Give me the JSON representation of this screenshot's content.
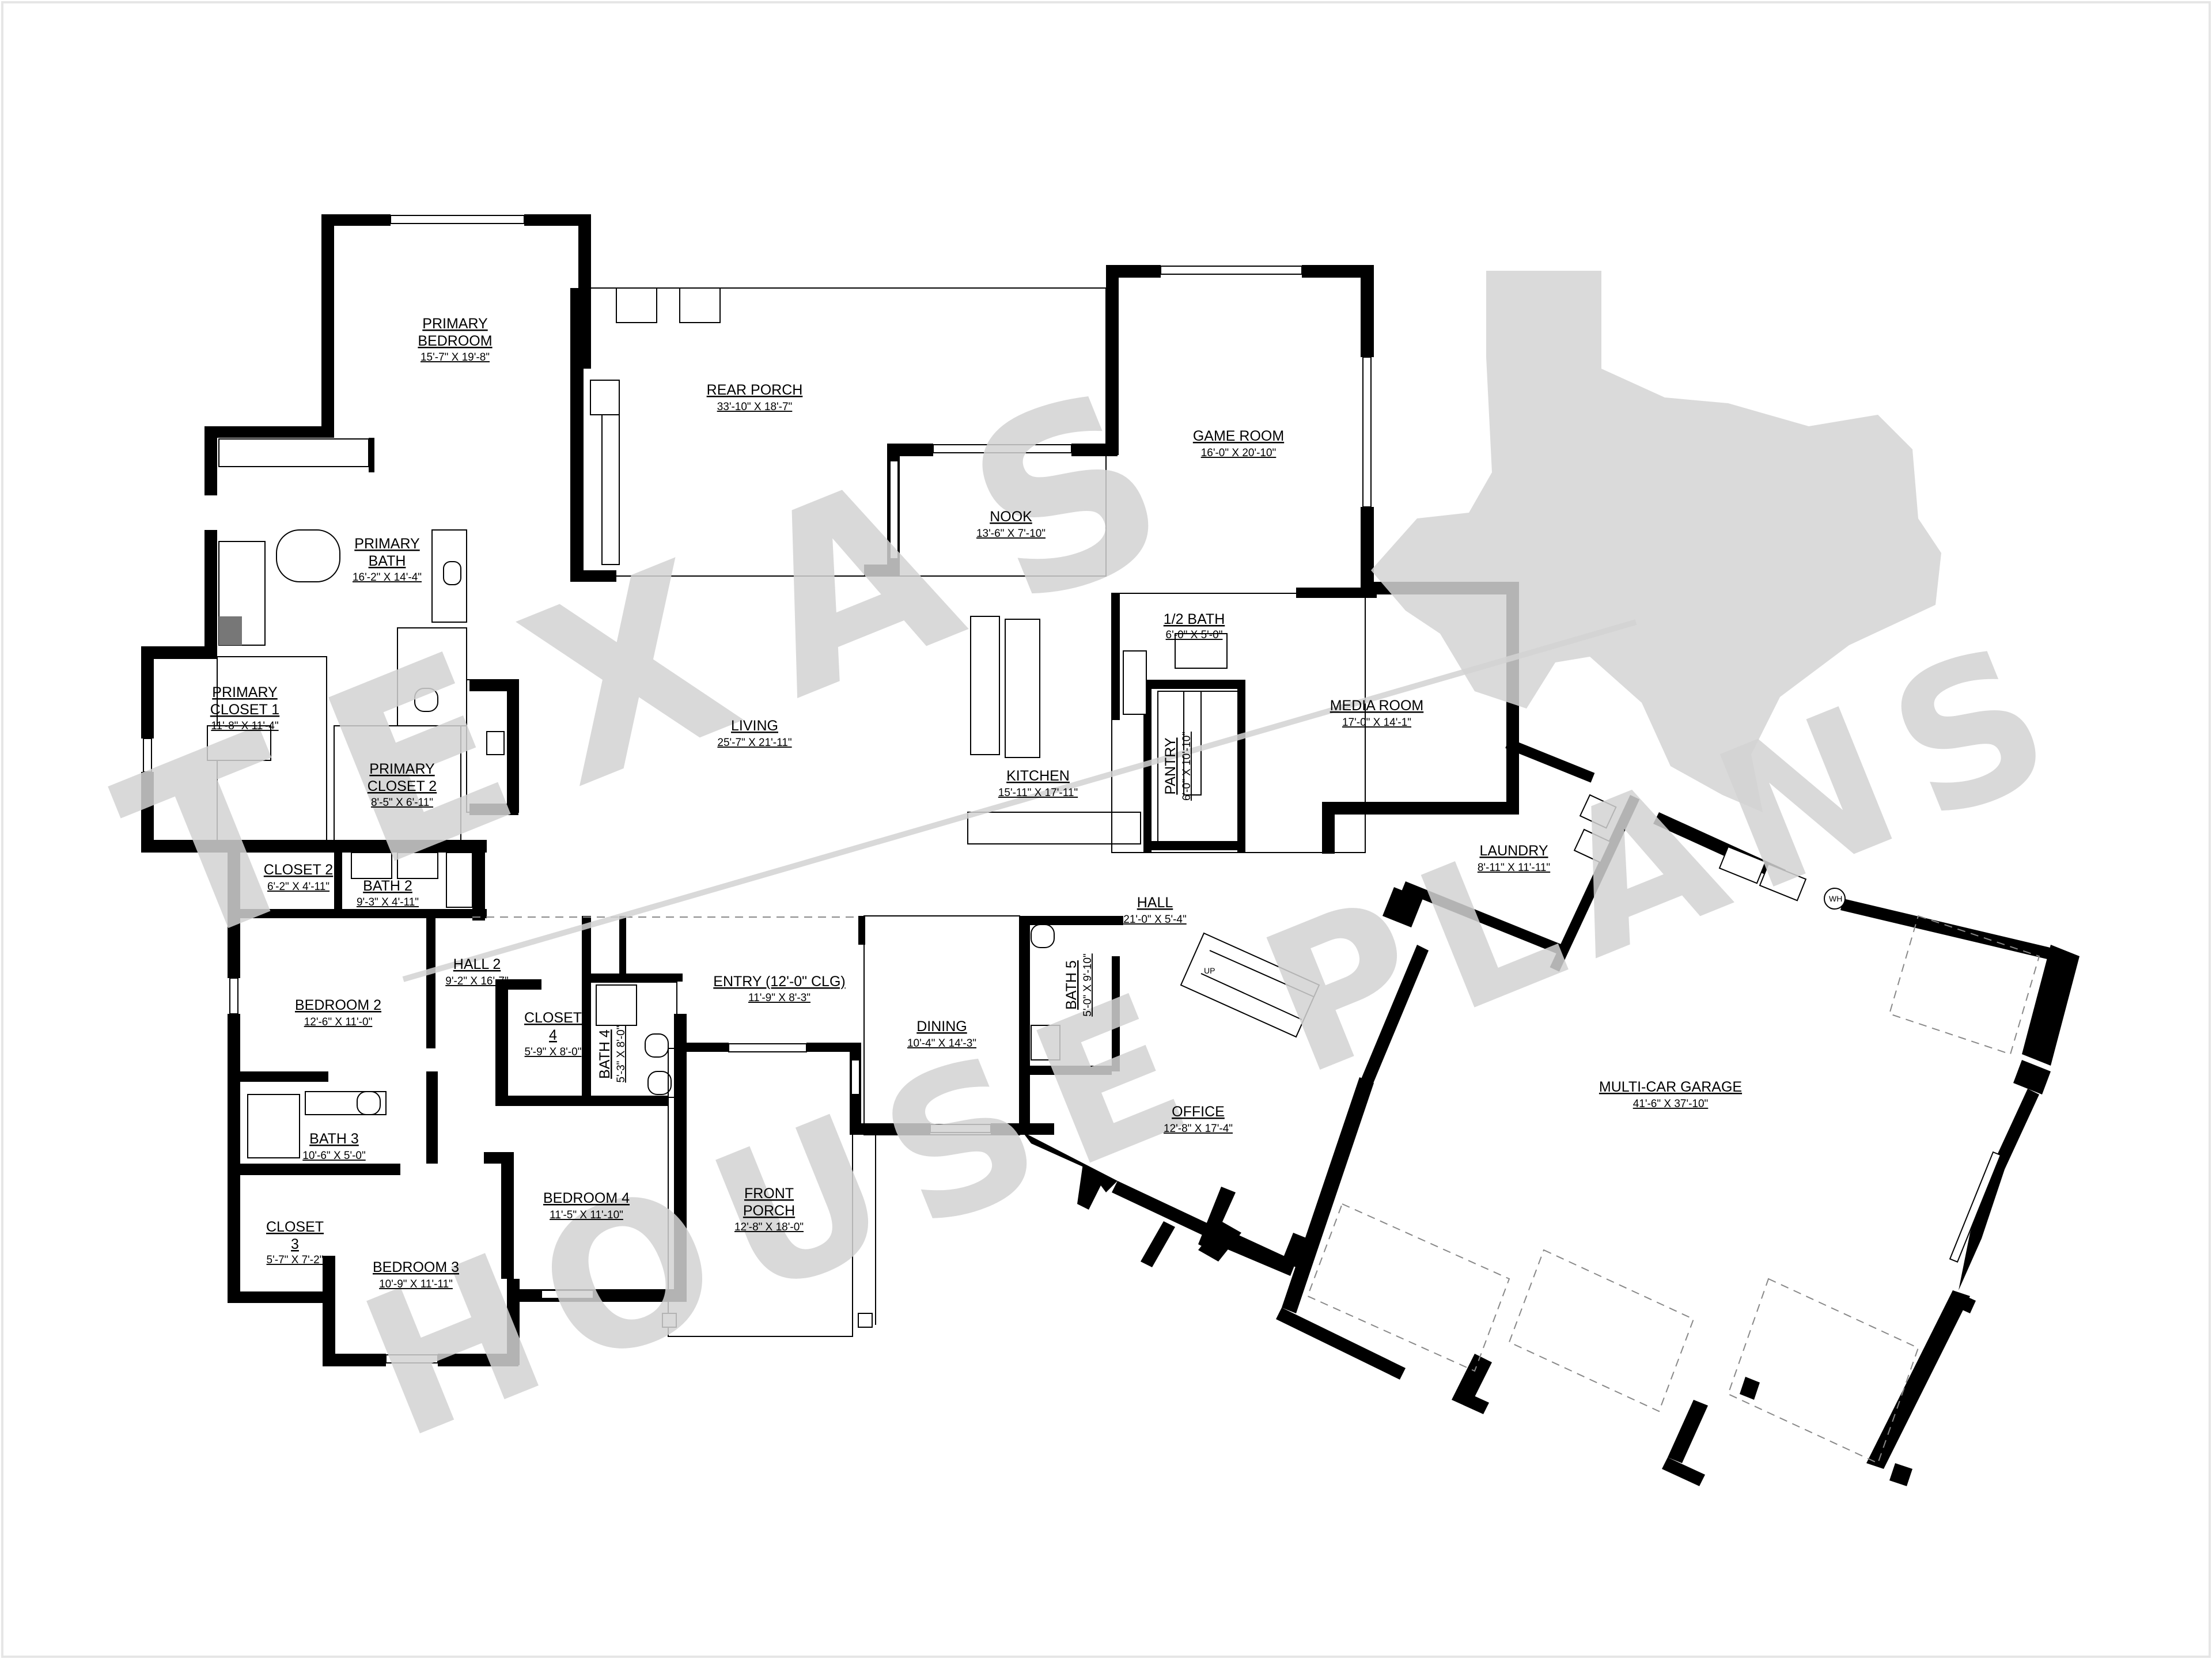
{
  "watermark": {
    "line1": "TEXAS",
    "line2": "HOUSE PLANS",
    "logo_icon": "texas-state-outline-icon",
    "color": "#d3d3d3"
  },
  "rooms": {
    "primary_bedroom": {
      "name_lines": [
        "PRIMARY",
        "BEDROOM"
      ],
      "dims": "15'-7\" X 19'-8\""
    },
    "rear_porch": {
      "name_lines": [
        "REAR PORCH"
      ],
      "dims": "33'-10\" X 18'-7\""
    },
    "game_room": {
      "name_lines": [
        "GAME ROOM"
      ],
      "dims": "16'-0\" X 20'-10\""
    },
    "nook": {
      "name_lines": [
        "NOOK"
      ],
      "dims": "13'-6\" X 7'-10\""
    },
    "primary_bath": {
      "name_lines": [
        "PRIMARY",
        "BATH"
      ],
      "dims": "16'-2\" X 14'-4\""
    },
    "half_bath": {
      "name_lines": [
        "1/2 BATH"
      ],
      "dims": "6'-0\" X 5'-0\""
    },
    "primary_closet_1": {
      "name_lines": [
        "PRIMARY",
        "CLOSET 1"
      ],
      "dims": "11'-8\" X 11'-4\""
    },
    "living": {
      "name_lines": [
        "LIVING"
      ],
      "dims": "25'-7\" X 21'-11\""
    },
    "media_room": {
      "name_lines": [
        "MEDIA ROOM"
      ],
      "dims": "17'-0\" X 14'-1\""
    },
    "pantry": {
      "name_lines": [
        "PANTRY"
      ],
      "dims": "6'-0\" X 10'-10\""
    },
    "primary_closet_2": {
      "name_lines": [
        "PRIMARY",
        "CLOSET 2"
      ],
      "dims": "8'-5\" X 6'-11\""
    },
    "kitchen": {
      "name_lines": [
        "KITCHEN"
      ],
      "dims": "15'-11\" X 17'-11\""
    },
    "closet_2": {
      "name_lines": [
        "CLOSET 2"
      ],
      "dims": "6'-2\" X 4'-11\""
    },
    "bath_2": {
      "name_lines": [
        "BATH 2"
      ],
      "dims": "9'-3\" X 4'-11\""
    },
    "laundry": {
      "name_lines": [
        "LAUNDRY"
      ],
      "dims": "8'-11\" X 11'-11\""
    },
    "hall": {
      "name_lines": [
        "HALL"
      ],
      "dims": "21'-0\" X 5'-4\""
    },
    "hall_2": {
      "name_lines": [
        "HALL 2"
      ],
      "dims": "9'-2\" X 16'-7\""
    },
    "entry": {
      "name_lines": [
        "ENTRY (12'-0\" CLG)"
      ],
      "dims": "11'-9\" X 8'-3\""
    },
    "bedroom_2": {
      "name_lines": [
        "BEDROOM 2"
      ],
      "dims": "12'-6\" X 11'-0\""
    },
    "closet_4": {
      "name_lines": [
        "CLOSET",
        "4"
      ],
      "dims": "5'-9\" X 8'-0\""
    },
    "bath_4": {
      "name_lines": [
        "BATH 4"
      ],
      "dims": "5'-3\" X 8'-0\""
    },
    "dining": {
      "name_lines": [
        "DINING"
      ],
      "dims": "10'-4\" X 14'-3\""
    },
    "bath_5": {
      "name_lines": [
        "BATH 5"
      ],
      "dims": "5'-0\" X 9'-10\""
    },
    "multi_car_garage": {
      "name_lines": [
        "MULTI-CAR GARAGE"
      ],
      "dims": "41'-6\" X 37'-10\""
    },
    "bath_3": {
      "name_lines": [
        "BATH 3"
      ],
      "dims": "10'-6\" X 5'-0\""
    },
    "office": {
      "name_lines": [
        "OFFICE"
      ],
      "dims": "12'-8\" X 17'-4\""
    },
    "front_porch": {
      "name_lines": [
        "FRONT",
        "PORCH"
      ],
      "dims": "12'-8\" X 18'-0\""
    },
    "bedroom_4": {
      "name_lines": [
        "BEDROOM 4"
      ],
      "dims": "11'-5\" X 11'-10\""
    },
    "closet_3": {
      "name_lines": [
        "CLOSET",
        "3"
      ],
      "dims": "5'-7\" X 7'-2\""
    },
    "bedroom_3": {
      "name_lines": [
        "BEDROOM 3"
      ],
      "dims": "10'-9\" X 11'-11\""
    }
  },
  "tags": {
    "stair_up": "UP",
    "water_heater": "WH"
  }
}
